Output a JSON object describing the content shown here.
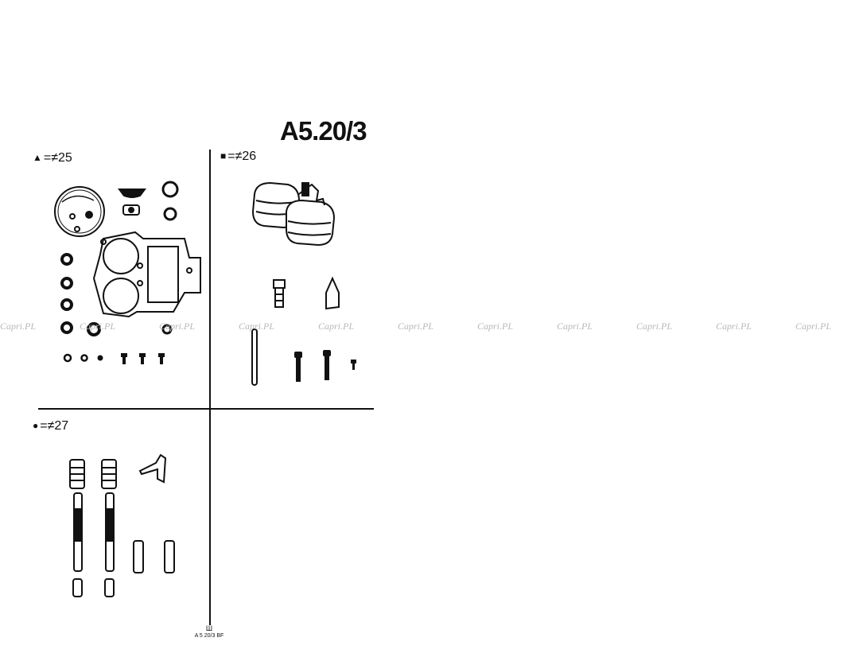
{
  "title": "A5.20/3",
  "kits": [
    {
      "symbol": "▲",
      "text": "=≠25"
    },
    {
      "symbol": "■",
      "text": "=≠26"
    },
    {
      "symbol": "●",
      "text": "=≠27"
    }
  ],
  "watermark": "Capri.PL",
  "footer": {
    "symbol": "Ш",
    "code": "A 5 20/3 BF"
  }
}
